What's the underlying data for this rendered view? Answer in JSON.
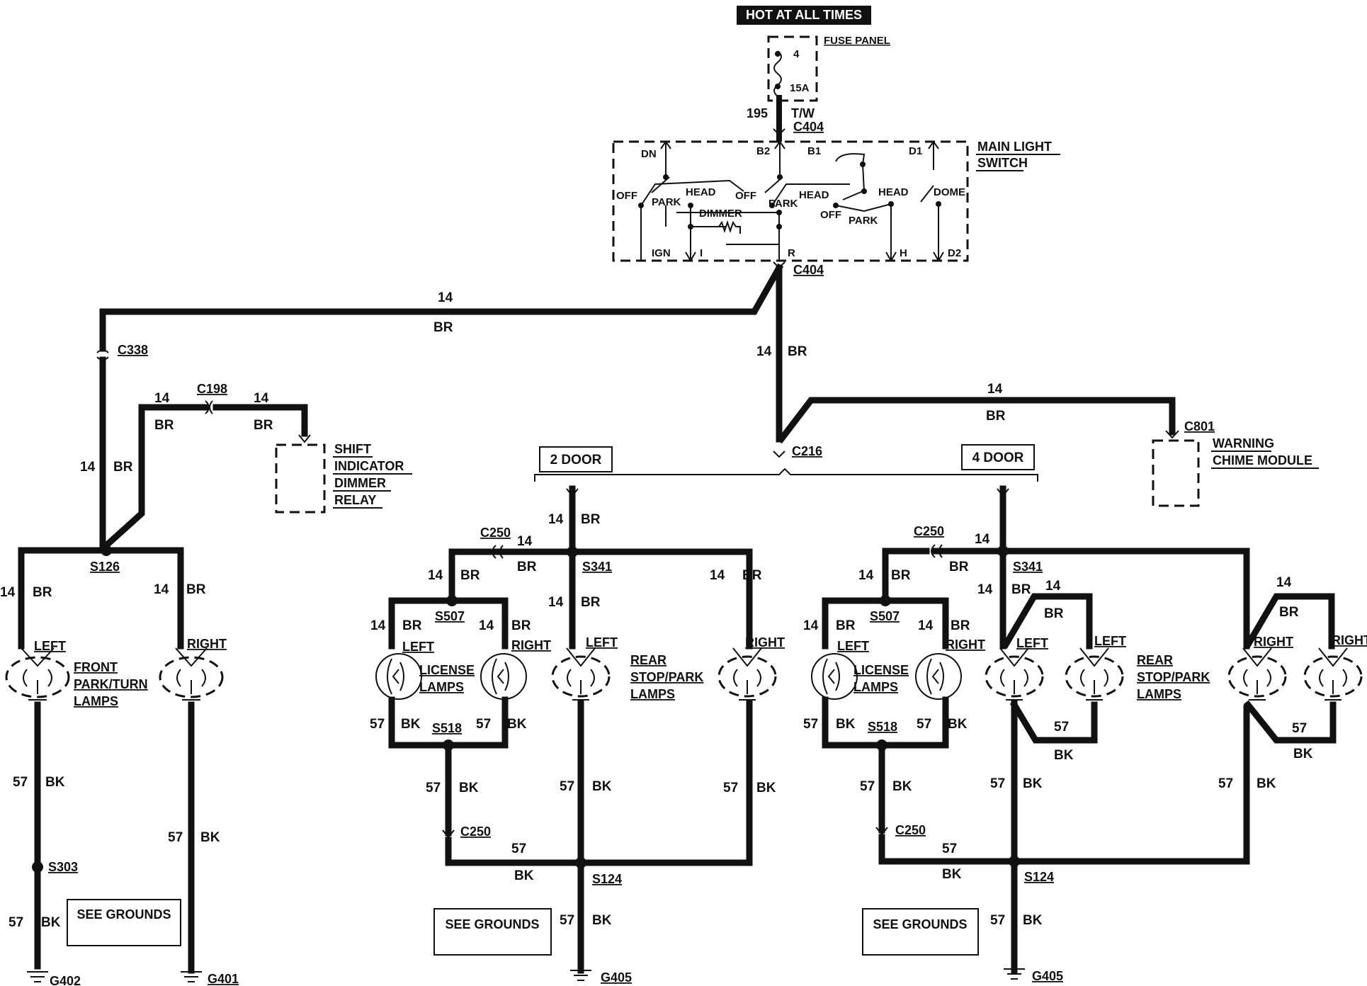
{
  "top": {
    "hot_label": "HOT AT ALL TIMES"
  },
  "fuse": {
    "label": "FUSE PANEL",
    "number": "4",
    "rating": "15A"
  },
  "feed": {
    "circuit": "195",
    "color": "T/W"
  },
  "switch": {
    "label_1": "MAIN LIGHT",
    "label_2": "SWITCH",
    "term_dn": "DN",
    "term_b2": "B2",
    "term_b1": "B1",
    "term_d1": "D1",
    "off": "OFF",
    "head": "HEAD",
    "park": "PARK",
    "dimmer": "DIMMER",
    "dome": "DOME",
    "ign": "IGN",
    "i": "I",
    "r": "R",
    "h": "H",
    "d2": "D2"
  },
  "connectors": {
    "c404": "C404",
    "c338": "C338",
    "c198": "C198",
    "c216": "C216",
    "c801": "C801",
    "c250": "C250",
    "s126": "S126",
    "s341": "S341",
    "s507": "S507",
    "s518": "S518",
    "s124": "S124",
    "s303": "S303",
    "g402": "G402",
    "g401": "G401",
    "g405": "G405"
  },
  "wire": {
    "gauge_14": "14",
    "color_br": "BR",
    "gauge_57": "57",
    "color_bk": "BK"
  },
  "components": {
    "sidr_1": "SHIFT",
    "sidr_2": "INDICATOR",
    "sidr_3": "DIMMER",
    "sidr_4": "RELAY",
    "wcm_1": "WARNING",
    "wcm_2": "CHIME MODULE",
    "front_1": "FRONT",
    "front_2": "PARK/TURN",
    "front_3": "LAMPS",
    "license_1": "LICENSE",
    "license_2": "LAMPS",
    "rear_1": "REAR",
    "rear_2": "STOP/PARK",
    "rear_3": "LAMPS",
    "left": "LEFT",
    "right": "RIGHT"
  },
  "variants": {
    "two_door": "2 DOOR",
    "four_door": "4 DOOR"
  },
  "grounds": {
    "see_grounds": "SEE GROUNDS"
  }
}
